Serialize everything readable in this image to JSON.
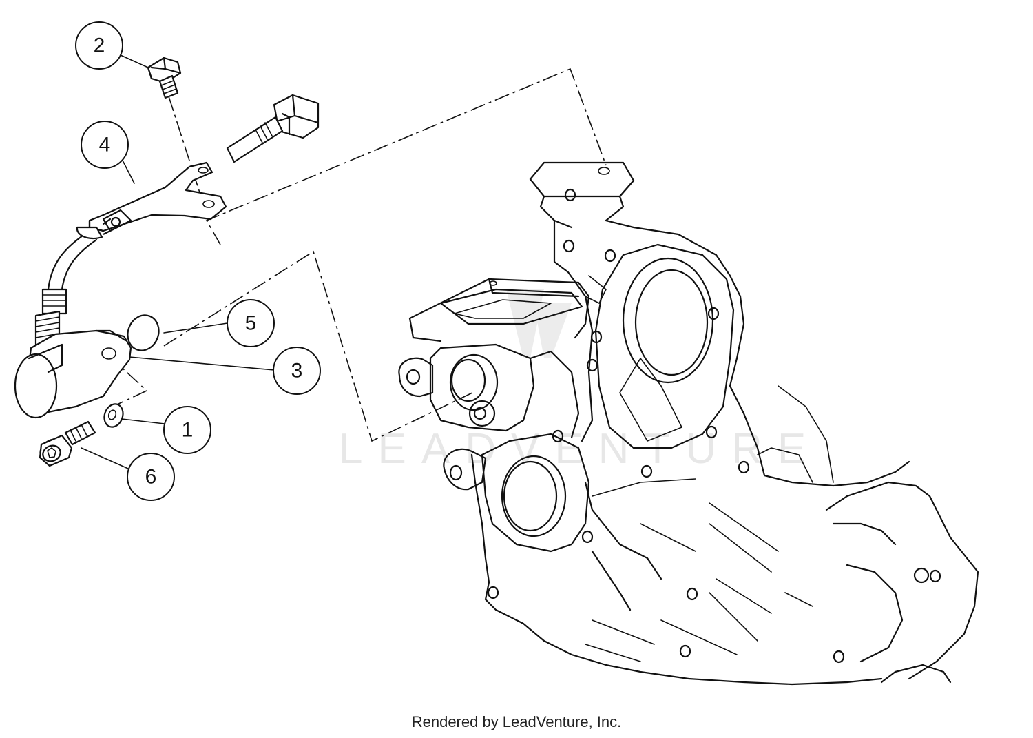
{
  "diagram": {
    "callouts": [
      {
        "id": "callout-1",
        "label": "1"
      },
      {
        "id": "callout-2",
        "label": "2"
      },
      {
        "id": "callout-3",
        "label": "3"
      },
      {
        "id": "callout-4",
        "label": "4"
      },
      {
        "id": "callout-5",
        "label": "5"
      },
      {
        "id": "callout-6",
        "label": "6"
      }
    ],
    "watermark": "LEADVENTURE",
    "footer": "Rendered by LeadVenture, Inc."
  }
}
